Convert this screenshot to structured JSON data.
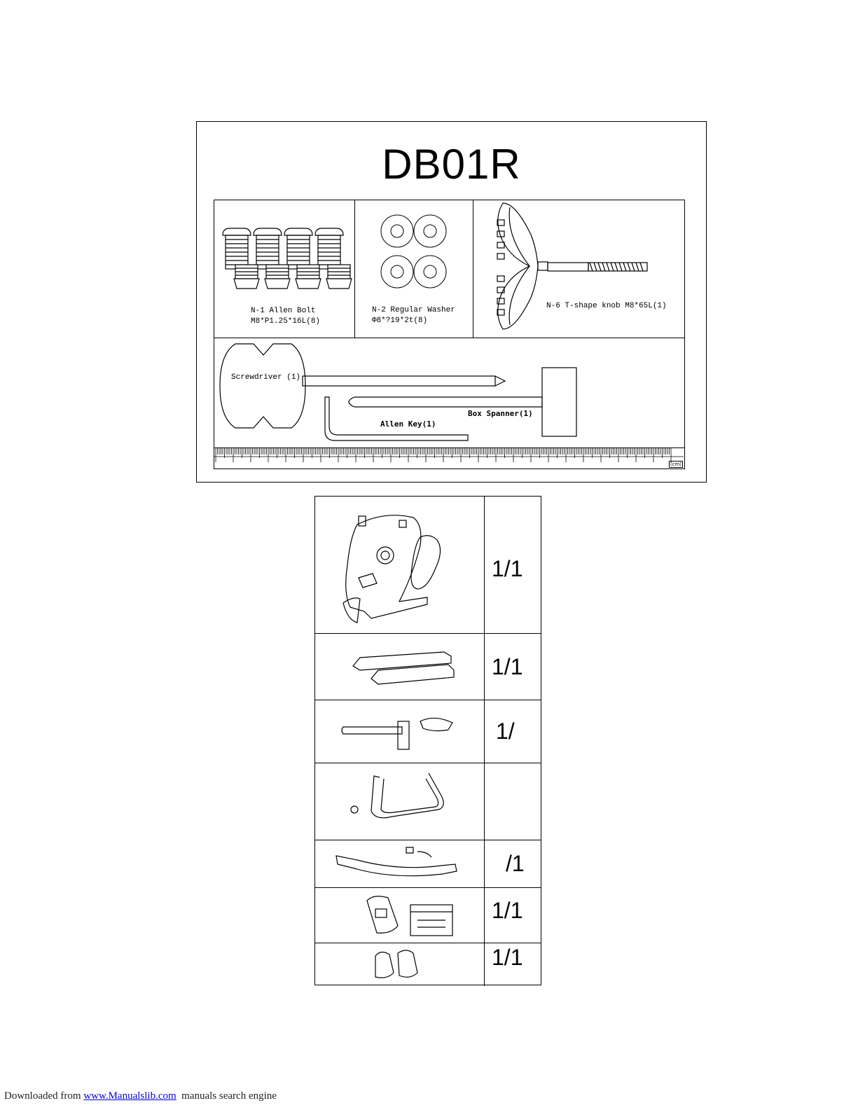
{
  "hardware": {
    "title": "DB01R",
    "bolt": {
      "line1": "N-1 Allen Bolt",
      "line2": "M8*P1.25*16L(8)"
    },
    "washer": {
      "line1": "N-2 Regular Washer",
      "line2": "Φ8*?19*2t(8)"
    },
    "knob": {
      "label": "N-6 T-shape knob M8*65L(1)"
    },
    "screwdriver": "Screwdriver (1)",
    "box_spanner": "Box Spanner(1)",
    "allen_key": "Allen Key(1)",
    "ruler_unit": "(cm)"
  },
  "parts": [
    {
      "qty": "1/1",
      "icon": "main-frame-icon"
    },
    {
      "qty": "1/1",
      "icon": "stabilizer-bars-icon"
    },
    {
      "qty": "1/",
      "icon": "seat-post-icon"
    },
    {
      "qty": "",
      "icon": "handlebar-icon"
    },
    {
      "qty": "/1",
      "icon": "front-tube-icon"
    },
    {
      "qty": "1/1",
      "icon": "console-icon"
    },
    {
      "qty": "1/1",
      "icon": "pedals-icon"
    }
  ],
  "footer": {
    "prefix": "Downloaded from ",
    "link": "www.Manualslib.com",
    "suffix": "  manuals search engine"
  }
}
